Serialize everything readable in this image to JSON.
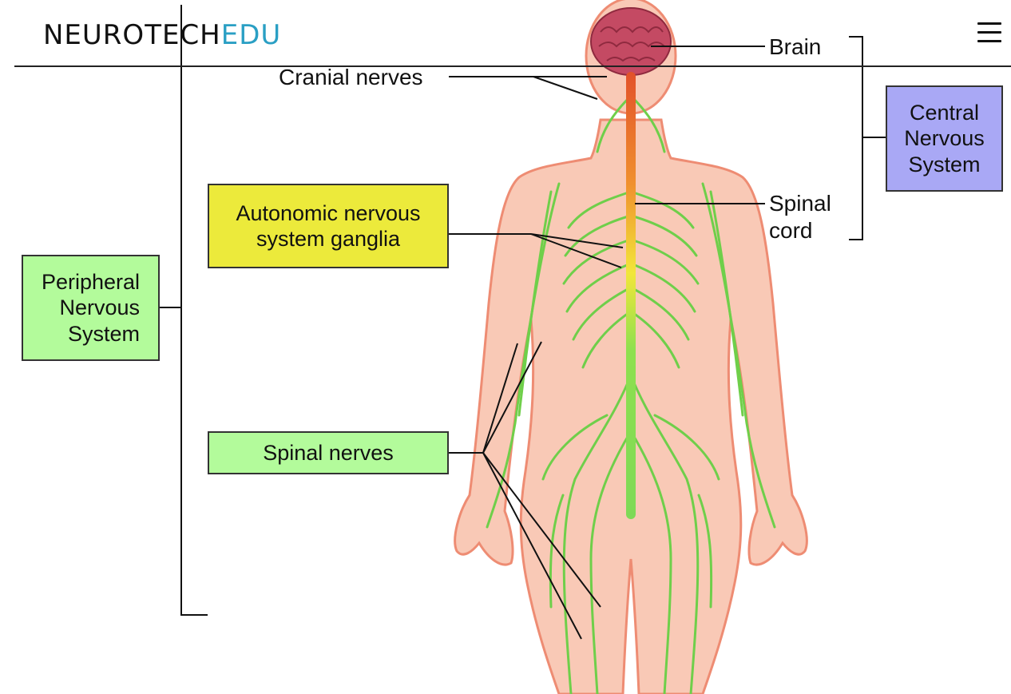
{
  "header": {
    "logo_main": "NEUROTECH",
    "logo_accent": "EDU",
    "menu_icon": "hamburger-menu-icon"
  },
  "labels": {
    "brain": "Brain",
    "cranial_nerves": "Cranial nerves",
    "spinal_cord": "Spinal\ncord",
    "autonomic": "Autonomic nervous\nsystem ganglia",
    "spinal_nerves": "Spinal nerves",
    "central": "Central\nNervous\nSystem",
    "peripheral": "Peripheral\nNervous\nSystem"
  },
  "colors": {
    "central_box": "#a9a8f5",
    "peripheral_box": "#b3fb9b",
    "autonomic_box": "#ecea3b",
    "nerve_green": "#7ed957",
    "spinal_cord_red": "#e2512a",
    "spinal_cord_yellow": "#f2e63a",
    "skin": "#f7b9a4",
    "brain": "#c44a63",
    "logo_accent": "#2a9fc4"
  }
}
